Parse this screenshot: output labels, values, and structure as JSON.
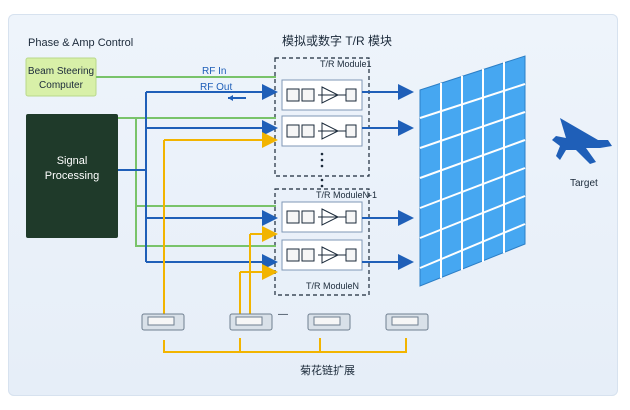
{
  "title_left": "Phase & Amp Control",
  "title_center": "模拟或数字 T/R 模块",
  "beam_steering": [
    "Beam Steering",
    "Computer"
  ],
  "signal_processing": [
    "Signal",
    "Processing"
  ],
  "rf_in": "RF In",
  "rf_out": "RF Out",
  "modules": {
    "module1": "T/R Module1",
    "module_n_1": "T/R ModuleN-1",
    "module_n": "T/R ModuleN"
  },
  "target": "Target",
  "daisy_chain": "菊花链扩展",
  "colors": {
    "beam_steering_fill": "#d8f0a8",
    "signal_fill": "#1f3a2a",
    "green_line": "#79c36a",
    "blue_line": "#1f5fb8",
    "yellow_line": "#f2b400",
    "array_fill": "#46a7f1",
    "array_grid": "#ffffff",
    "target_fill": "#1f5fb8"
  },
  "icons": [
    "dashed-box-icon",
    "amplifier-icon",
    "switch-icon",
    "chip-device-icon",
    "jet-target-icon",
    "arrow-left-icon",
    "arrow-right-icon"
  ]
}
